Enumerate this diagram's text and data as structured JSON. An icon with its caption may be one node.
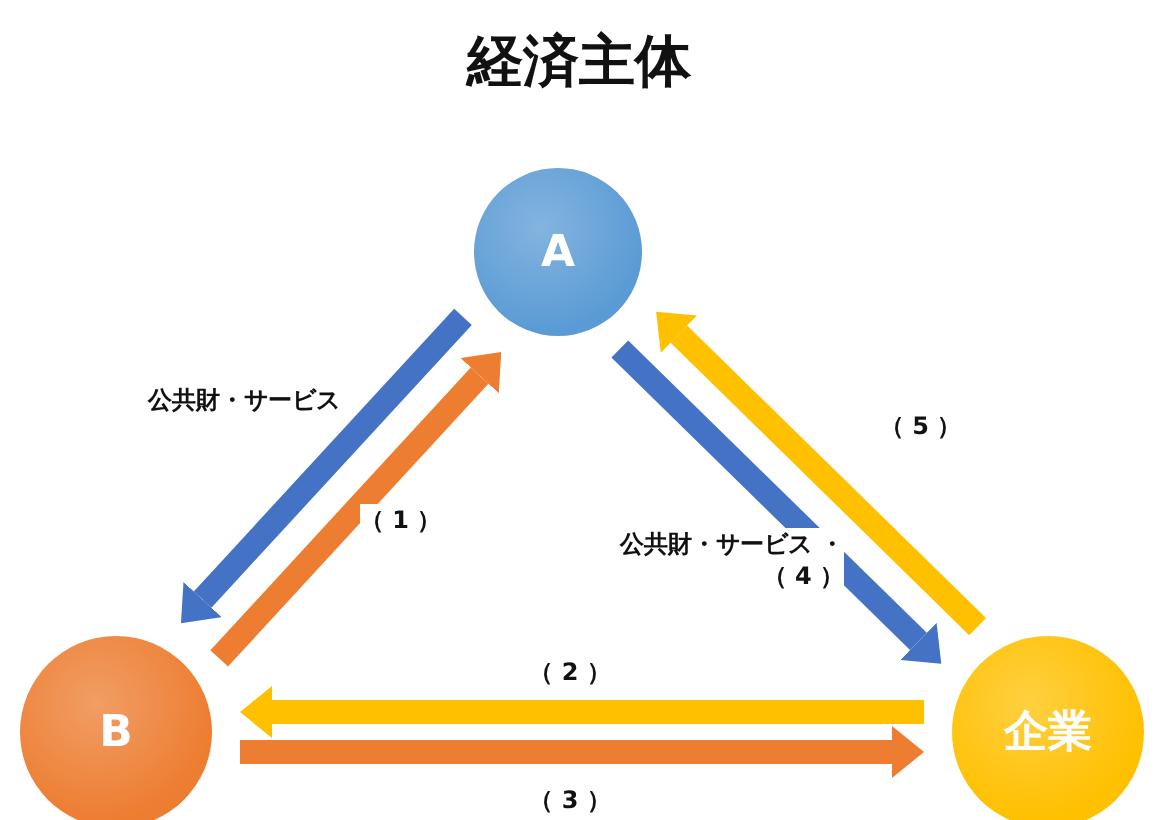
{
  "diagram": {
    "title": "経済主体",
    "nodes": [
      {
        "text": [
          "A"
        ]
      },
      {
        "text": [
          "B"
        ]
      },
      {
        "text": [
          "企業"
        ]
      }
    ],
    "edges": [
      {
        "from": 0,
        "to": 1,
        "arrow": "to",
        "label": "公共財・サービス",
        "color": "#4472c4"
      },
      {
        "from": 1,
        "to": 0,
        "arrow": "to",
        "label": "（ 1 ）",
        "color": "#ed7d31"
      },
      {
        "from": 2,
        "to": 1,
        "arrow": "to",
        "label": "（ 2 ）",
        "color": "#ffc000"
      },
      {
        "from": 1,
        "to": 2,
        "arrow": "to",
        "label": "（ 3 ）",
        "color": "#ed7d31"
      },
      {
        "from": 0,
        "to": 2,
        "arrow": "to",
        "label": "公共財・サービス ・（ 4 ）",
        "color": "#4472c4"
      },
      {
        "from": 2,
        "to": 0,
        "arrow": "to",
        "label": "（ 5 ）",
        "color": "#ffc000"
      }
    ]
  }
}
